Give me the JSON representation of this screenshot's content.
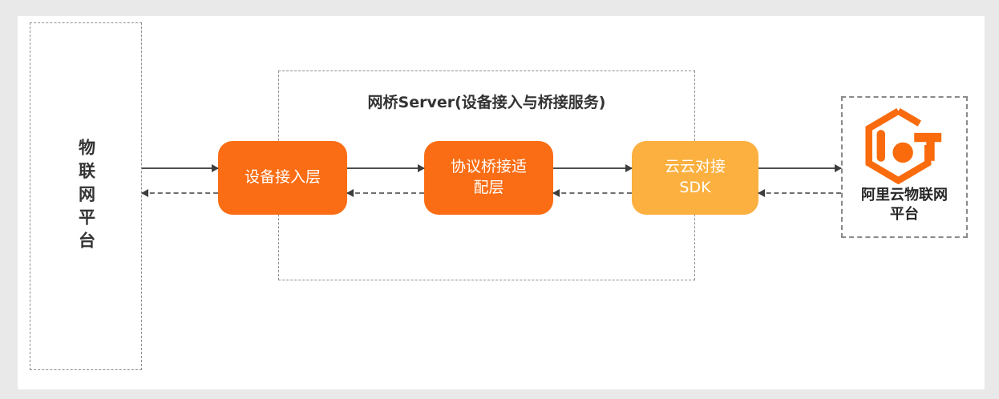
{
  "diagram": {
    "left_box": {
      "label": "物联网平台"
    },
    "bridge_server": {
      "title": "网桥Server(设备接入与桥接服务)",
      "nodes": [
        {
          "label": "设备接入层"
        },
        {
          "label": "协议桥接适\n配层"
        },
        {
          "label": "云云对接\nSDK"
        }
      ]
    },
    "right_box": {
      "label": "阿里云物联网\n平台",
      "logo": "aliyun-iot-logo"
    },
    "arrows": {
      "forward_style": "solid",
      "backward_style": "dashed"
    },
    "colors": {
      "node_orange": "#FA6D14",
      "node_yellow": "#FBB03F",
      "logo_orange": "#F96B0D",
      "solid_arrow": "#4F4F4F",
      "dashed_arrow": "#6F6F6F",
      "dashed_border": "#8F8F8F",
      "text_dark": "#333333",
      "panel_bg": "#FFFFFF",
      "page_bg": "#E9E9E9"
    }
  }
}
